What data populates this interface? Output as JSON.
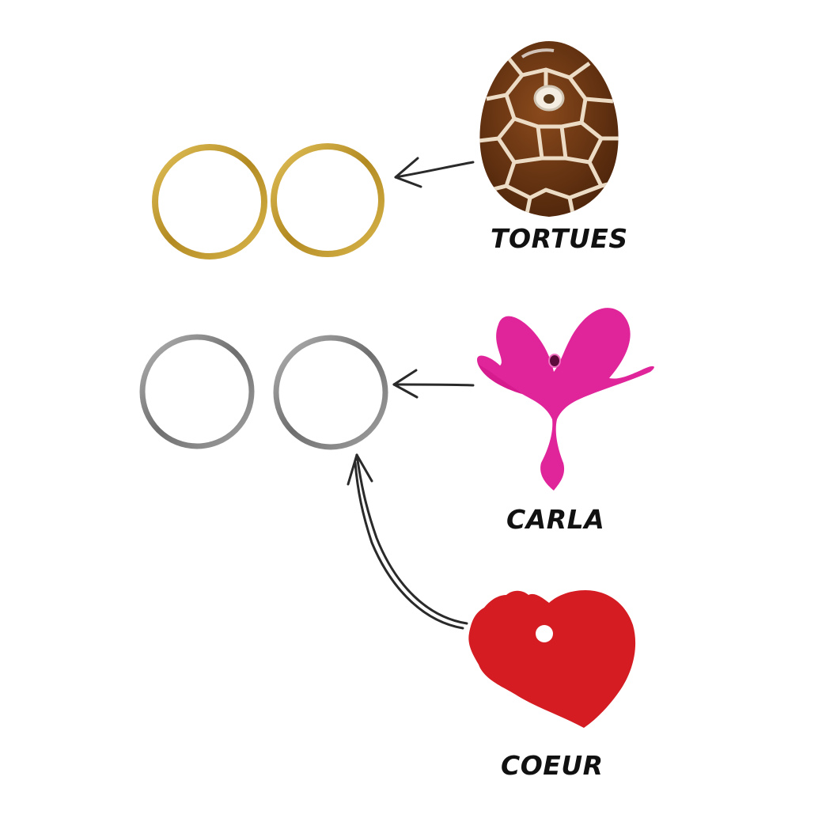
{
  "labels": {
    "tortues": "TORTUES",
    "carla": "CARLA",
    "coeur": "COEUR"
  },
  "items": [
    {
      "name": "TORTUES",
      "hoop_color": "gold",
      "pendant": "turtle shell bead"
    },
    {
      "name": "CARLA",
      "hoop_color": "silver",
      "pendant": "pink flower"
    },
    {
      "name": "COEUR",
      "hoop_color": "silver",
      "pendant": "red heart"
    }
  ],
  "colors": {
    "gold": "#c9a236",
    "silver": "#8e8e8e",
    "turtle_dark": "#6b3410",
    "turtle_light": "#e8d8c4",
    "pink": "#e0249a",
    "red": "#d41c22",
    "text": "#111111"
  }
}
